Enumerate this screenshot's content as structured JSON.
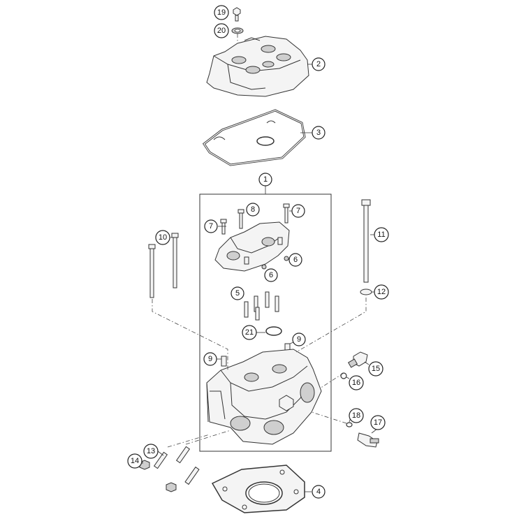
{
  "callouts": [
    {
      "id": "c1",
      "label": "1"
    },
    {
      "id": "c2",
      "label": "2"
    },
    {
      "id": "c3",
      "label": "3"
    },
    {
      "id": "c4",
      "label": "4"
    },
    {
      "id": "c5",
      "label": "5"
    },
    {
      "id": "c6a",
      "label": "6"
    },
    {
      "id": "c6b",
      "label": "6"
    },
    {
      "id": "c7a",
      "label": "7"
    },
    {
      "id": "c7b",
      "label": "7"
    },
    {
      "id": "c8",
      "label": "8"
    },
    {
      "id": "c9a",
      "label": "9"
    },
    {
      "id": "c9b",
      "label": "9"
    },
    {
      "id": "c10",
      "label": "10"
    },
    {
      "id": "c11",
      "label": "11"
    },
    {
      "id": "c12",
      "label": "12"
    },
    {
      "id": "c13",
      "label": "13"
    },
    {
      "id": "c14",
      "label": "14"
    },
    {
      "id": "c15",
      "label": "15"
    },
    {
      "id": "c16",
      "label": "16"
    },
    {
      "id": "c17",
      "label": "17"
    },
    {
      "id": "c18",
      "label": "18"
    },
    {
      "id": "c19",
      "label": "19"
    },
    {
      "id": "c20",
      "label": "20"
    },
    {
      "id": "c21",
      "label": "21"
    }
  ]
}
